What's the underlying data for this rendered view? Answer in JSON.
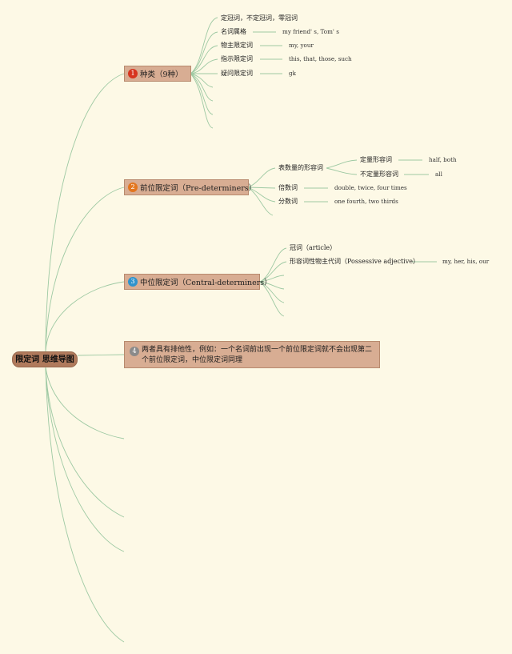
{
  "root": {
    "label": "限定词 思维导图"
  },
  "branches": [
    {
      "number": "1",
      "label": "种类（9种）",
      "color": "#d7341e",
      "items": [
        {
          "label": "定冠词，不定冠词，零冠词",
          "value": ""
        },
        {
          "label": "名词属格",
          "value": "my friend' s, Tom' s"
        },
        {
          "label": "物主限定词",
          "value": "my, your"
        },
        {
          "label": "指示限定词",
          "value": "this, that, those, such"
        },
        {
          "label": "疑问限定词",
          "value": "gk"
        }
      ]
    },
    {
      "number": "2",
      "label": "前位限定词（Pre-determiners）",
      "color": "#e3761e",
      "items": [
        {
          "label": "表数量的形容词",
          "children": [
            {
              "label": "定量形容词",
              "value": "half, both"
            },
            {
              "label": "不定量形容词",
              "value": "all"
            }
          ]
        },
        {
          "label": "倍数词",
          "value": "double, twice, four times"
        },
        {
          "label": "分数词",
          "value": "one fourth, two thirds"
        }
      ]
    },
    {
      "number": "3",
      "label": "中位限定词（Central-determiners）",
      "color": "#2f93cc",
      "items": [
        {
          "label": "冠词（article）",
          "value": ""
        },
        {
          "label": "形容词性物主代词（Possessive adjective）",
          "value": "my, her, his, our"
        }
      ]
    },
    {
      "number": "4",
      "label": "两者具有排他性，例如：一个名词前出现一个前位限定词就不会出现第二个前位限定词，中位限定词同理",
      "color": "#8a8a8a"
    }
  ],
  "colors": {
    "background": "#fdf9e6",
    "node": "#d8ad93",
    "root": "#b07a5c",
    "link": "#9ec9a3"
  }
}
